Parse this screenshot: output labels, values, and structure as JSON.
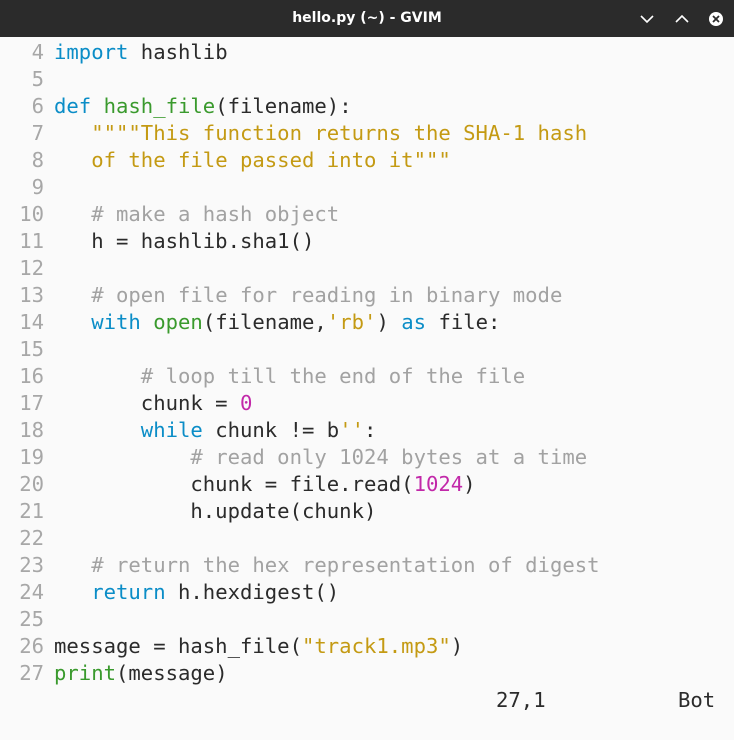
{
  "window": {
    "title": "hello.py (~) - GVIM",
    "controls": {
      "minimize_icon": "chevron-down-icon",
      "maximize_icon": "chevron-up-icon",
      "close_icon": "close-icon"
    }
  },
  "colors": {
    "keyword": "#0b8dc7",
    "builtin": "#3a9a2d",
    "string": "#c49a13",
    "comment": "#a2a2a2",
    "number": "#c228a9",
    "text": "#2b2b2b",
    "line_number": "#a7a7a7",
    "titlebar": "#2b2b2b",
    "background": "#fafafa"
  },
  "editor": {
    "lines": [
      {
        "num": "4",
        "tokens": [
          {
            "t": "import",
            "c": "kw"
          },
          {
            "t": " hashlib",
            "c": "tx"
          }
        ]
      },
      {
        "num": "5",
        "tokens": []
      },
      {
        "num": "6",
        "tokens": [
          {
            "t": "def",
            "c": "kw"
          },
          {
            "t": " ",
            "c": "tx"
          },
          {
            "t": "hash_file",
            "c": "fn"
          },
          {
            "t": "(filename):",
            "c": "tx"
          }
        ]
      },
      {
        "num": "7",
        "tokens": [
          {
            "t": "   ",
            "c": "tx"
          },
          {
            "t": "\"\"\"\"This function returns the SHA-1 hash",
            "c": "str"
          }
        ]
      },
      {
        "num": "8",
        "tokens": [
          {
            "t": "   ",
            "c": "tx"
          },
          {
            "t": "of the file passed into it\"\"\"",
            "c": "str"
          }
        ]
      },
      {
        "num": "9",
        "tokens": []
      },
      {
        "num": "10",
        "tokens": [
          {
            "t": "   ",
            "c": "tx"
          },
          {
            "t": "# make a hash object",
            "c": "cm"
          }
        ]
      },
      {
        "num": "11",
        "tokens": [
          {
            "t": "   h = hashlib.sha1()",
            "c": "tx"
          }
        ]
      },
      {
        "num": "12",
        "tokens": []
      },
      {
        "num": "13",
        "tokens": [
          {
            "t": "   ",
            "c": "tx"
          },
          {
            "t": "# open file for reading in binary mode",
            "c": "cm"
          }
        ]
      },
      {
        "num": "14",
        "tokens": [
          {
            "t": "   ",
            "c": "tx"
          },
          {
            "t": "with",
            "c": "kw"
          },
          {
            "t": " ",
            "c": "tx"
          },
          {
            "t": "open",
            "c": "fn"
          },
          {
            "t": "(filename,",
            "c": "tx"
          },
          {
            "t": "'rb'",
            "c": "str"
          },
          {
            "t": ") ",
            "c": "tx"
          },
          {
            "t": "as",
            "c": "kw"
          },
          {
            "t": " file:",
            "c": "tx"
          }
        ]
      },
      {
        "num": "15",
        "tokens": []
      },
      {
        "num": "16",
        "tokens": [
          {
            "t": "       ",
            "c": "tx"
          },
          {
            "t": "# loop till the end of the file",
            "c": "cm"
          }
        ]
      },
      {
        "num": "17",
        "tokens": [
          {
            "t": "       chunk = ",
            "c": "tx"
          },
          {
            "t": "0",
            "c": "num"
          }
        ]
      },
      {
        "num": "18",
        "tokens": [
          {
            "t": "       ",
            "c": "tx"
          },
          {
            "t": "while",
            "c": "kw"
          },
          {
            "t": " chunk != b",
            "c": "tx"
          },
          {
            "t": "''",
            "c": "str"
          },
          {
            "t": ":",
            "c": "tx"
          }
        ]
      },
      {
        "num": "19",
        "tokens": [
          {
            "t": "           ",
            "c": "tx"
          },
          {
            "t": "# read only 1024 bytes at a time",
            "c": "cm"
          }
        ]
      },
      {
        "num": "20",
        "tokens": [
          {
            "t": "           chunk = file.read(",
            "c": "tx"
          },
          {
            "t": "1024",
            "c": "num"
          },
          {
            "t": ")",
            "c": "tx"
          }
        ]
      },
      {
        "num": "21",
        "tokens": [
          {
            "t": "           h.update(chunk)",
            "c": "tx"
          }
        ]
      },
      {
        "num": "22",
        "tokens": []
      },
      {
        "num": "23",
        "tokens": [
          {
            "t": "   ",
            "c": "tx"
          },
          {
            "t": "# return the hex representation of digest",
            "c": "cm"
          }
        ]
      },
      {
        "num": "24",
        "tokens": [
          {
            "t": "   ",
            "c": "tx"
          },
          {
            "t": "return",
            "c": "kw"
          },
          {
            "t": " h.hexdigest()",
            "c": "tx"
          }
        ]
      },
      {
        "num": "25",
        "tokens": []
      },
      {
        "num": "26",
        "tokens": [
          {
            "t": "message = hash_file(",
            "c": "tx"
          },
          {
            "t": "\"track1.mp3\"",
            "c": "str"
          },
          {
            "t": ")",
            "c": "tx"
          }
        ]
      },
      {
        "num": "27",
        "tokens": [
          {
            "t": "print",
            "c": "fn"
          },
          {
            "t": "(message)",
            "c": "tx"
          }
        ]
      }
    ]
  },
  "ruler": {
    "position": "27,1",
    "scroll": "Bot"
  }
}
